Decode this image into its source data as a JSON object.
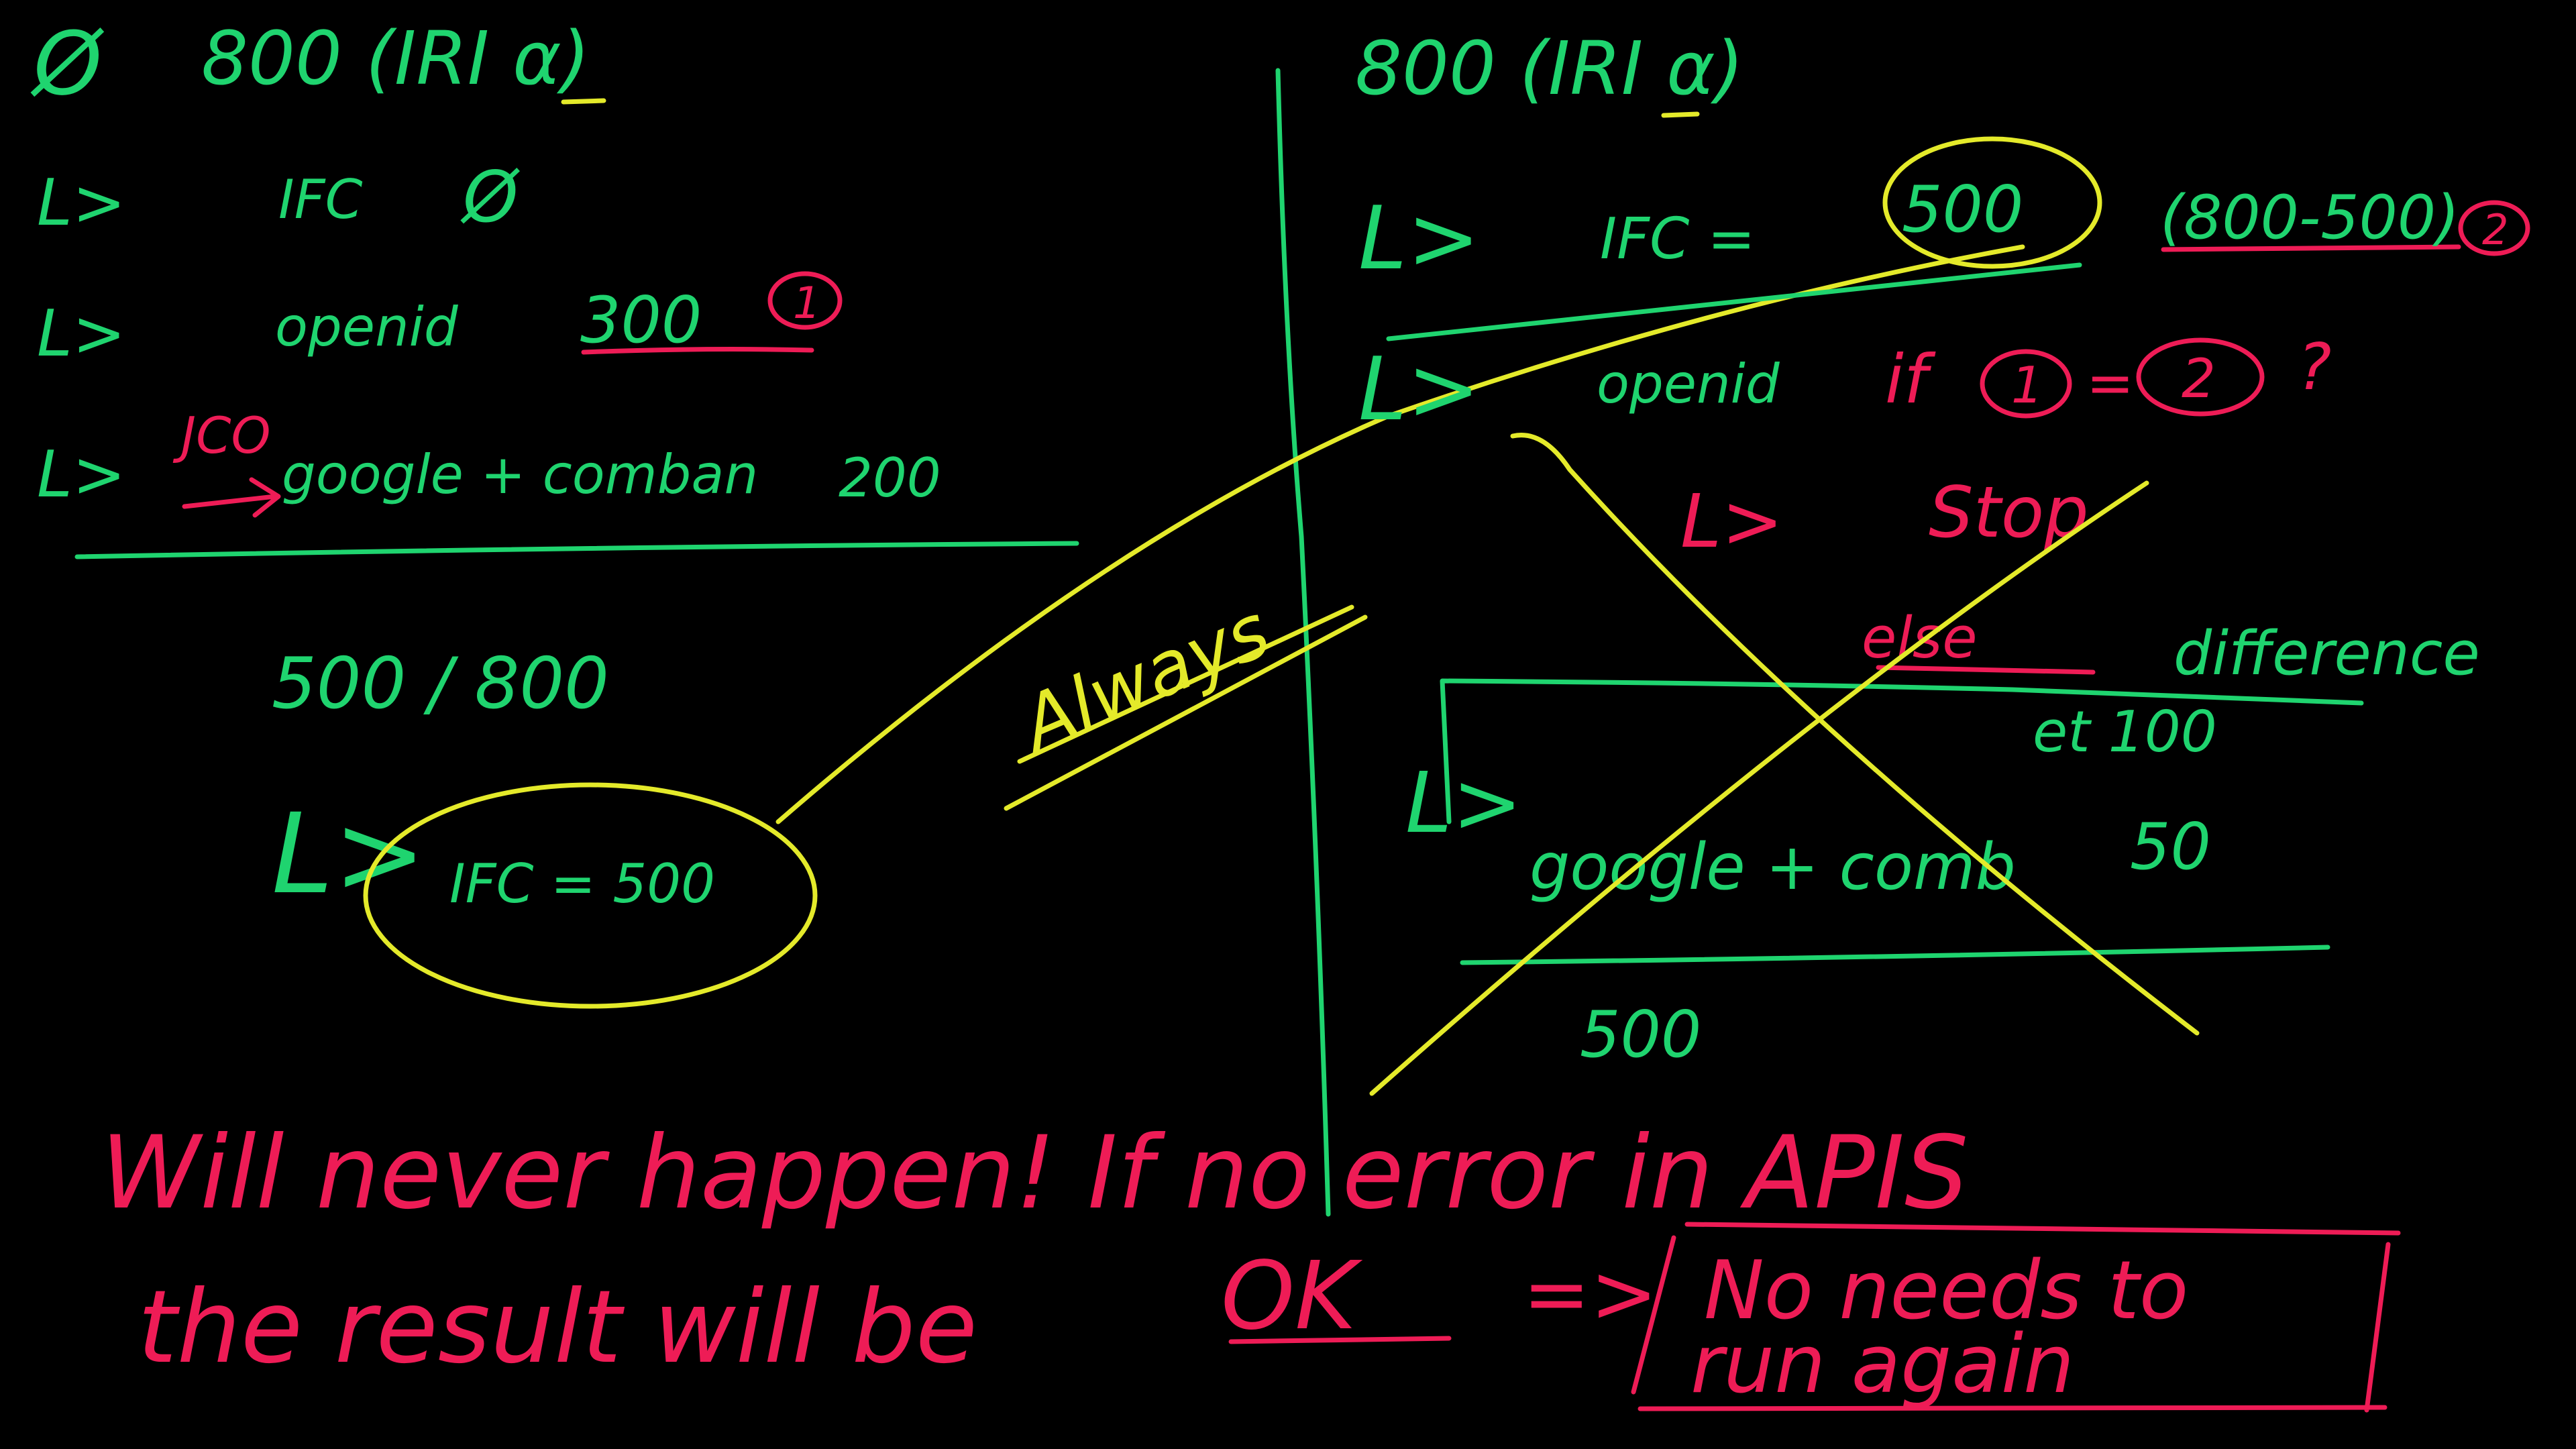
{
  "colors": {
    "background": "#000000",
    "green_ink": "#1fd46f",
    "red_ink": "#ee1c56",
    "yellow_ink": "#e4ea2a"
  },
  "left": {
    "heading_prefix": "Ø",
    "heading": "800 (IRI α)",
    "rows": [
      {
        "arrow": "L>",
        "label": "IFC",
        "value": "Ø",
        "marker": ""
      },
      {
        "arrow": "L>",
        "label": "openid",
        "value": "300",
        "marker": "1"
      },
      {
        "arrow": "L>",
        "label": "google + comban",
        "value": "200",
        "annotation": "JCO"
      }
    ],
    "ratio": "500 / 800",
    "result_arrow": "L>",
    "result": "IFC = 500"
  },
  "middle": {
    "always": "Always"
  },
  "right": {
    "heading": "800 (IRI α)",
    "ifc_arrow": "L>",
    "ifc_label": "IFC =",
    "ifc_value": "500",
    "diff_expr": "(800-500)",
    "diff_marker": "2",
    "openid_arrow": "L>",
    "openid_label": "openid",
    "openid_if": "if",
    "cond_left": "1",
    "cond_eq": "=",
    "cond_right": "2",
    "cond_q": "?",
    "stop_arrow": "L>",
    "stop_label": "Stop",
    "else_label": "else",
    "difference": "difference",
    "difference_value": "et 100",
    "google_arrow": "L>",
    "google_label": "google + comb",
    "google_value": "50",
    "total": "500"
  },
  "footer": {
    "line1": "Will never happen! If no error in APIS",
    "line2_prefix": "the result will be",
    "ok": "OK",
    "implies": "=>",
    "box_line1": "No needs to",
    "box_line2": "run again"
  }
}
